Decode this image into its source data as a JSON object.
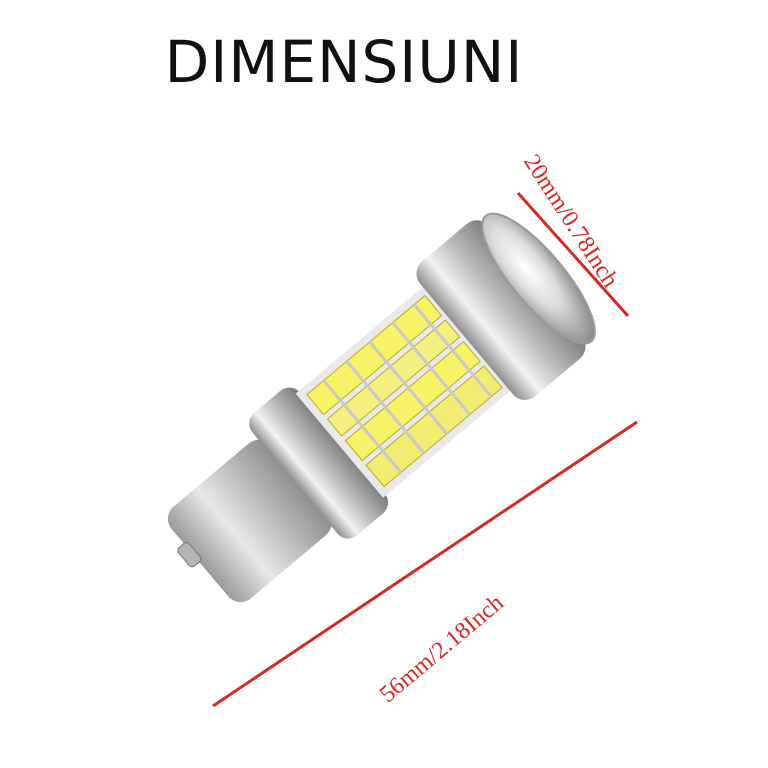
{
  "heading": "DIMENSIUNI",
  "dimensions": {
    "diameter_label": "20mm/0.78Inch",
    "length_label": "56mm/2.18Inch"
  },
  "colors": {
    "dimension_line": "#d42a22",
    "heading_text": "#111111",
    "background": "#ffffff"
  },
  "product": {
    "depicts": "led-car-bulb",
    "led_color": "#f7f266",
    "body_color": "#c9c9c9"
  }
}
